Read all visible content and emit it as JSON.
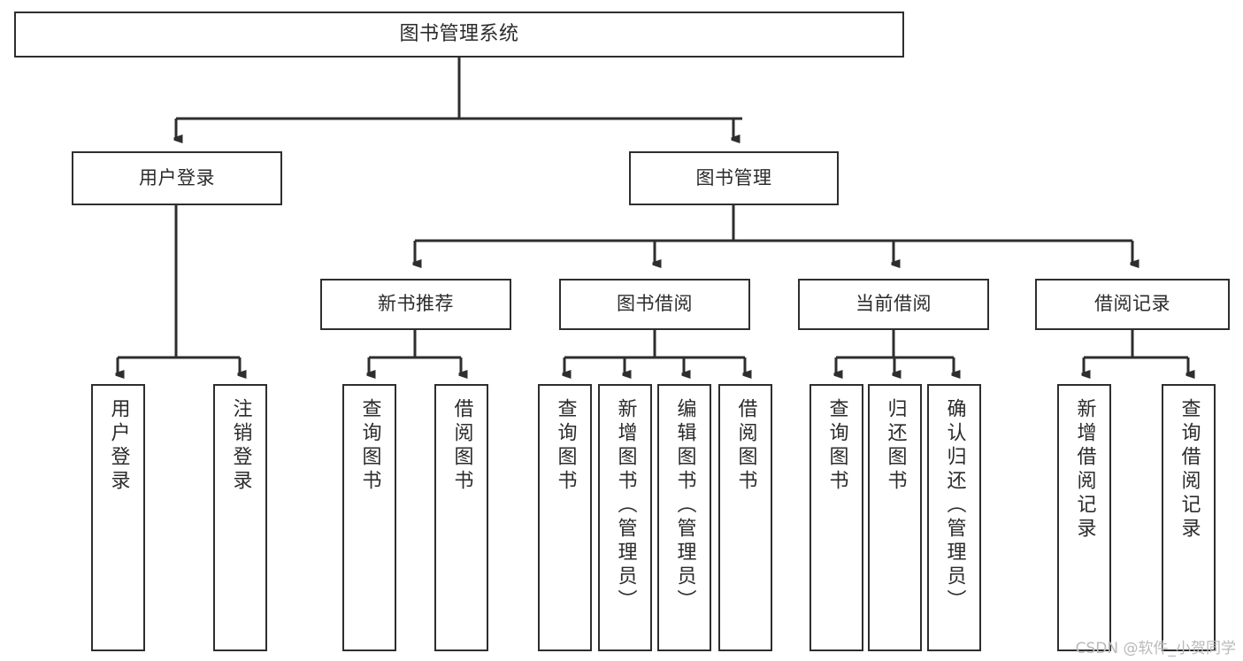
{
  "diagram": {
    "type": "tree-hierarchy",
    "title": "图书管理系统",
    "background_color": "#ffffff",
    "line_color": "#2e2e2e",
    "box_border_color": "#2e2e2e",
    "text_color": "#2b2b2b",
    "orientation": "top-down"
  },
  "nodes": {
    "root": {
      "label": "图书管理系统",
      "level": 1
    },
    "level2": [
      {
        "id": "user-login",
        "label": "用户登录"
      },
      {
        "id": "book-manage",
        "label": "图书管理"
      }
    ],
    "level3": [
      {
        "id": "new-book-recommend",
        "label": "新书推荐"
      },
      {
        "id": "book-borrow",
        "label": "图书借阅"
      },
      {
        "id": "current-borrow",
        "label": "当前借阅"
      },
      {
        "id": "borrow-record",
        "label": "借阅记录"
      }
    ],
    "leaves": {
      "user_login": [
        {
          "id": "leaf-user-login",
          "label": "用户登录"
        },
        {
          "id": "leaf-logout-login",
          "label": "注销登录"
        }
      ],
      "new_book_recommend": [
        {
          "id": "leaf-query-book-1",
          "label": "查询图书"
        },
        {
          "id": "leaf-borrow-book-1",
          "label": "借阅图书"
        }
      ],
      "book_borrow": [
        {
          "id": "leaf-query-book-2",
          "label": "查询图书"
        },
        {
          "id": "leaf-add-book",
          "label": "新增图书（管理员）"
        },
        {
          "id": "leaf-edit-book",
          "label": "编辑图书（管理员）"
        },
        {
          "id": "leaf-borrow-book-2",
          "label": "借阅图书"
        }
      ],
      "current_borrow": [
        {
          "id": "leaf-query-book-3",
          "label": "查询图书"
        },
        {
          "id": "leaf-return-book",
          "label": "归还图书"
        },
        {
          "id": "leaf-confirm-return",
          "label": "确认归还（管理员）"
        }
      ],
      "borrow_record": [
        {
          "id": "leaf-add-record",
          "label": "新增借阅记录"
        },
        {
          "id": "leaf-query-record",
          "label": "查询借阅记录"
        }
      ]
    }
  },
  "watermark": {
    "text": "CSDN @软件_小贺同学"
  }
}
